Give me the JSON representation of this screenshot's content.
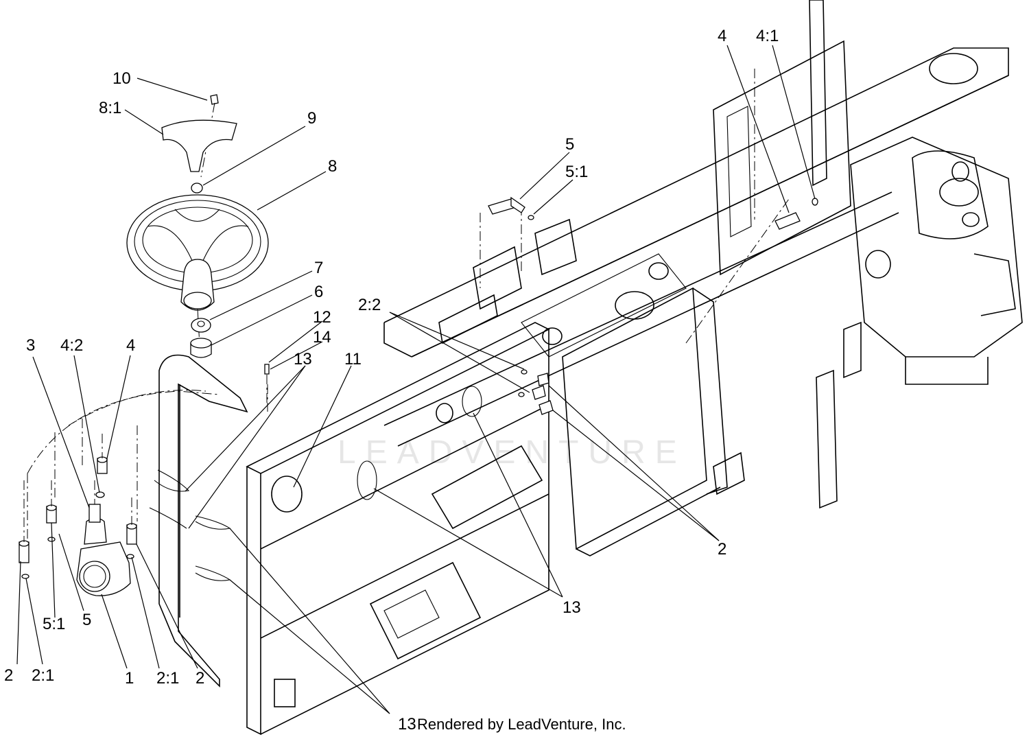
{
  "callouts": [
    {
      "text": "10"
    },
    {
      "text": "8:1"
    },
    {
      "text": "9"
    },
    {
      "text": "8"
    },
    {
      "text": "7"
    },
    {
      "text": "6"
    },
    {
      "text": "12"
    },
    {
      "text": "14"
    },
    {
      "text": "13"
    },
    {
      "text": "11"
    },
    {
      "text": "3"
    },
    {
      "text": "4:2"
    },
    {
      "text": "4"
    },
    {
      "text": "2:2"
    },
    {
      "text": "5"
    },
    {
      "text": "5:1"
    },
    {
      "text": "4"
    },
    {
      "text": "4:1"
    },
    {
      "text": "2"
    },
    {
      "text": "13"
    },
    {
      "text": "2"
    },
    {
      "text": "2:1"
    },
    {
      "text": "5:1"
    },
    {
      "text": "5"
    },
    {
      "text": "1"
    },
    {
      "text": "2:1"
    },
    {
      "text": "2"
    },
    {
      "text": "13"
    }
  ],
  "credit": "Rendered by LeadVenture, Inc.",
  "watermark": "LEADVENTURE"
}
